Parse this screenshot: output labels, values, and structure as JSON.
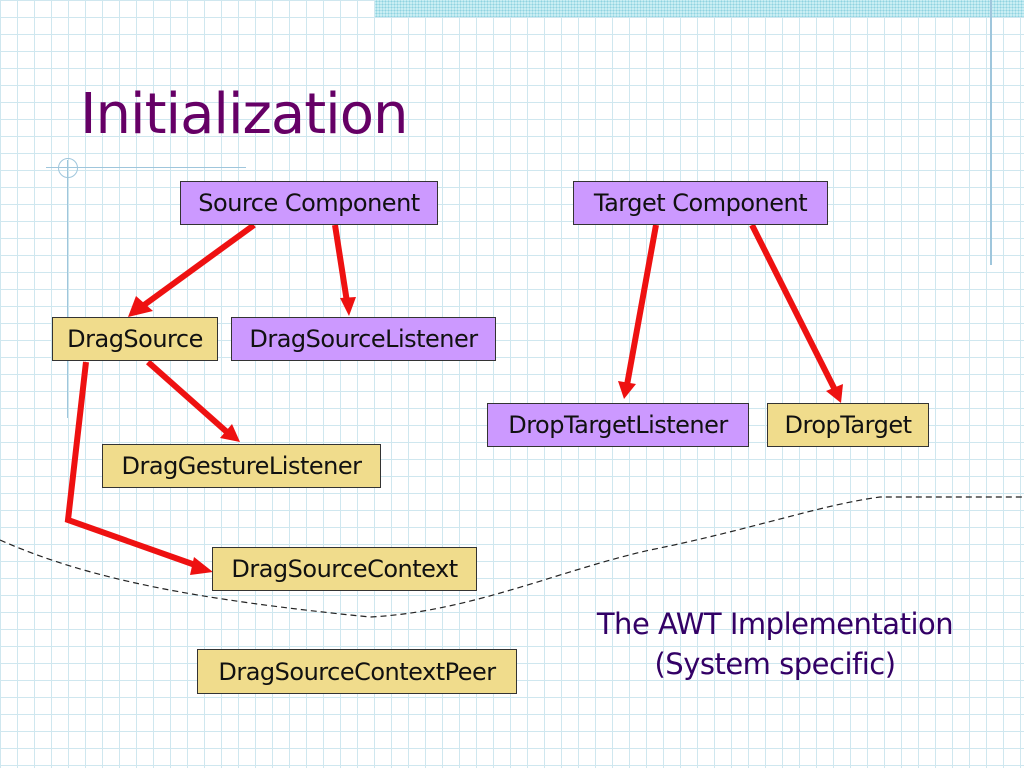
{
  "slide": {
    "title": "Initialization"
  },
  "boxes": {
    "source_component": "Source Component",
    "target_component": "Target Component",
    "drag_source": "DragSource",
    "drag_source_listener": "DragSourceListener",
    "drop_target_listener": "DropTargetListener",
    "drop_target": "DropTarget",
    "drag_gesture_listener": "DragGestureListener",
    "drag_source_context": "DragSourceContext",
    "drag_source_context_peer": "DragSourceContextPeer"
  },
  "implementation_note": {
    "line1": "The AWT Implementation",
    "line2": "(System specific)"
  },
  "colors": {
    "title": "#660066",
    "purple_box": "#cc99ff",
    "yellow_box": "#f0dc8c",
    "arrow": "#ee1111",
    "grid": "#cfe7ef",
    "note_text": "#330066"
  }
}
